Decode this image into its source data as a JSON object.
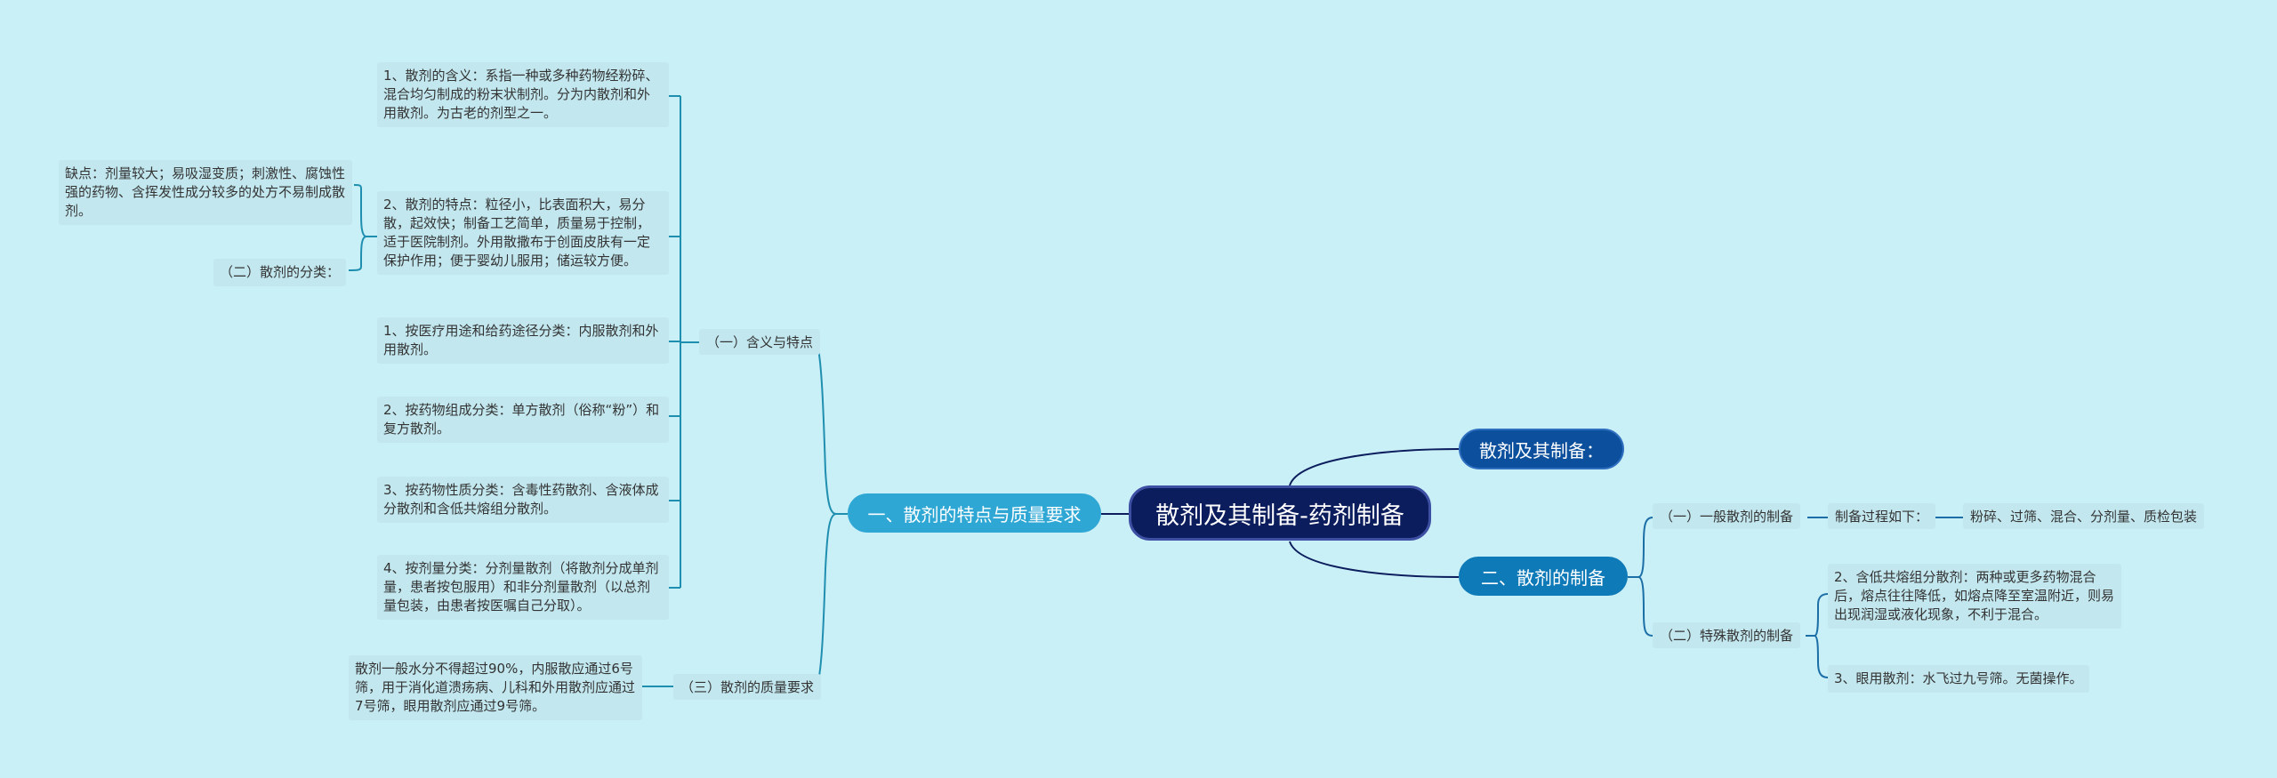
{
  "root": {
    "label": "散剂及其制备-药剂制备"
  },
  "left_branch": {
    "label": "一、散剂的特点与质量要求",
    "sub1": {
      "label": "（一）含义与特点",
      "items": [
        "1、散剂的含义：系指一种或多种药物经粉碎、混合均匀制成的粉末状制剂。分为内散剂和外用散剂。为古老的剂型之一。",
        "2、散剂的特点：粒径小，比表面积大，易分散，起效快；制备工艺简单，质量易于控制，适于医院制剂。外用散撒布于创面皮肤有一定保护作用；便于婴幼儿服用；储运较方便。",
        "1、按医疗用途和给药途径分类：内服散剂和外用散剂。",
        "2、按药物组成分类：单方散剂（俗称“粉”）和复方散剂。",
        "3、按药物性质分类：含毒性药散剂、含液体成分散剂和含低共熔组分散剂。",
        "4、按剂量分类：分剂量散剂（将散剂分成单剂量，患者按包服用）和非分剂量散剂（以总剂量包装，由患者按医嘱自己分取）。"
      ],
      "aside_drawback": "缺点：剂量较大；易吸湿变质；刺激性、腐蚀性强的药物、含挥发性成分较多的处方不易制成散剂。",
      "aside_category": "（二）散剂的分类："
    },
    "sub3": {
      "label": "（三）散剂的质量要求",
      "text": "散剂一般水分不得超过90%，内服散应通过6号筛，用于消化道溃疡病、儿科和外用散剂应通过7号筛，眼用散剂应通过9号筛。"
    }
  },
  "right_top": {
    "label": "散剂及其制备："
  },
  "right_branch": {
    "label": "二、散剂的制备",
    "general": {
      "label": "（一）一般散剂的制备",
      "process_label": "制备过程如下：",
      "process_steps": "粉碎、过筛、混合、分剂量、质检包装"
    },
    "special": {
      "label": "（二）特殊散剂的制备",
      "items": [
        "2、含低共熔组分散剂：两种或更多药物混合后，熔点往往降低，如熔点降至室温附近，则易出现润湿或液化现象，不利于混合。",
        "3、眼用散剂：水飞过九号筛。无菌操作。"
      ]
    }
  },
  "colors": {
    "background": "#c9eff7",
    "line_left": "#1f8fb0",
    "line_right": "#1b6fa6",
    "line_root": "#0b1d5c",
    "root_fill": "#0b1d5c",
    "l1_left_fill": "#2ea7d4",
    "l1_right_fill": "#0f7ab8",
    "l1_top_fill": "#0c4f9c"
  }
}
